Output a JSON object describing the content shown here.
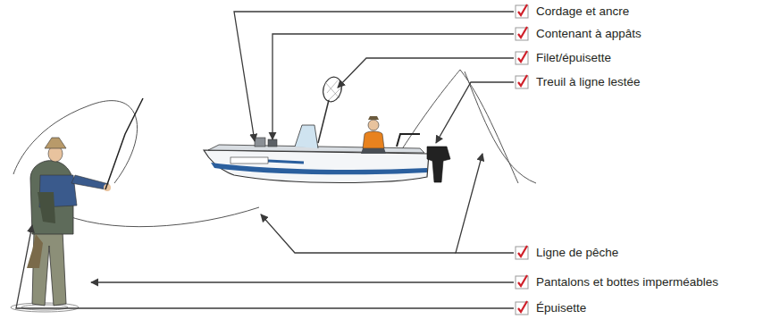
{
  "diagram": {
    "labels": [
      "Cordage et ancre",
      "Contenant à appâts",
      "Filet/épuisette",
      "Treuil à ligne lestée",
      "Ligne de pêche",
      "Pantalons et bottes imperméables",
      "Épuisette"
    ]
  }
}
